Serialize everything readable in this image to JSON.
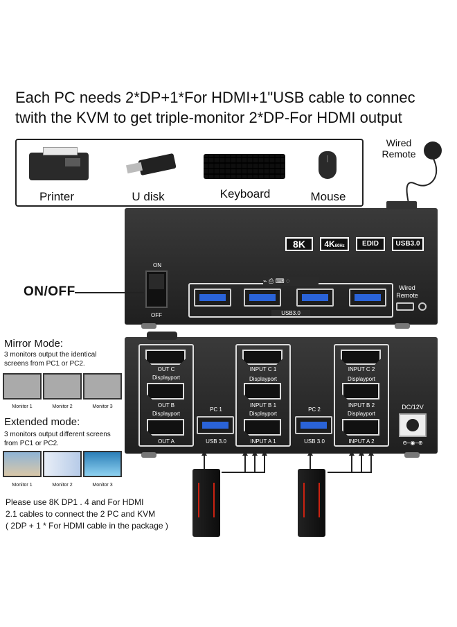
{
  "headline": {
    "line1": "Each PC needs 2*DP+1*For HDMI+1\"USB cable to connec",
    "line2": "twith the KVM to get triple-monitor 2*DP-For HDMI output"
  },
  "accessories": {
    "printer": "Printer",
    "udisk": "U disk",
    "keyboard": "Keyboard",
    "mouse": "Mouse"
  },
  "wired_remote_top": {
    "line1": "Wired",
    "line2": "Remote"
  },
  "front_panel": {
    "badges": [
      "8K",
      "4K",
      "EDID",
      "USB3.0"
    ],
    "badge_4k_sub": "60Hz",
    "switch_on": "ON",
    "switch_off": "OFF",
    "usb_label": "USB3.0",
    "remote_line1": "Wired",
    "remote_line2": "Remote"
  },
  "on_off_callout": "ON/OFF",
  "mirror_mode": {
    "title": "Mirror Mode:",
    "desc_line1": "3 monitors output the identical",
    "desc_line2": "screens from PC1 or PC2.",
    "monitors": [
      "Monitor 1",
      "Monitor 2",
      "Monitor 3"
    ]
  },
  "extended_mode": {
    "title": "Extended mode:",
    "desc_line1": "3 monitors output different screens",
    "desc_line2": "from PC1 or PC2.",
    "monitors": [
      "Monitor 1",
      "Monitor 2",
      "Monitor 3"
    ]
  },
  "rear_panel": {
    "out_c": "OUT C",
    "out_b": "OUT B",
    "out_a": "OUT A",
    "displayport": "Displayport",
    "input_c1": "INPUT C 1",
    "input_b1": "INPUT B 1",
    "input_a1": "INPUT A 1",
    "input_c2": "INPUT C 2",
    "input_b2": "INPUT B 2",
    "input_a2": "INPUT A 2",
    "pc1": "PC 1",
    "pc2": "PC 2",
    "usb30": "USB 3.0",
    "dc": "DC/12V"
  },
  "note": {
    "line1": "Please use 8K DP1 . 4 and For HDMI",
    "line2": "2.1 cables to connect the 2 PC and KVM",
    "line3": "( 2DP + 1 * For HDMI cable in the package )"
  },
  "colors": {
    "usb_blue": "#2a63d8",
    "device_body": "#2b2b2b",
    "pc_accent": "#cc2211"
  }
}
